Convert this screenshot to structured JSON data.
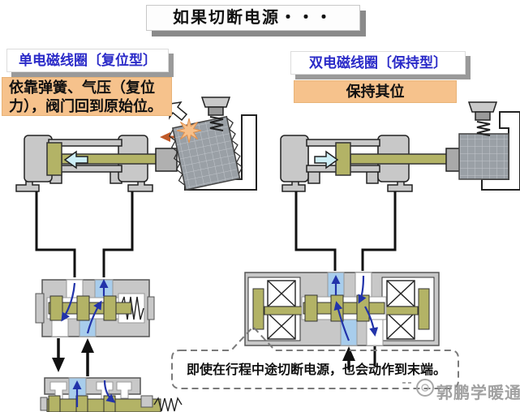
{
  "title": "如果切断电源・・・",
  "sections": {
    "left": {
      "heading": "单电磁线圈〔复位型〕",
      "note_lines": [
        "依靠弹簧、气压（复位",
        "力），阀门回到原始位。"
      ]
    },
    "right": {
      "heading": "双电磁线圈〔保持型〕",
      "note": "保持其位"
    }
  },
  "callout": {
    "text": "即使在行程中途切断电源，也会动作到末端。"
  },
  "watermark": {
    "text": "郭鹏学暖通"
  },
  "colors": {
    "heading_blue": "#2a2ac8",
    "note_orange_bg": "#f6c28c",
    "shadow_gray": "#8a8a8a",
    "metal_gray": "#c8c8c8",
    "piston_olive": "#b3b366",
    "flow_channel_blue": "#a8cdec",
    "flow_arrow_blue": "#2233aa",
    "motion_arrow_blue": "#cdeef6",
    "crash_arrow_orange": "#c05a28",
    "spark_orange": "#f7c08a",
    "workpiece_gray": "#9aa0a6"
  }
}
